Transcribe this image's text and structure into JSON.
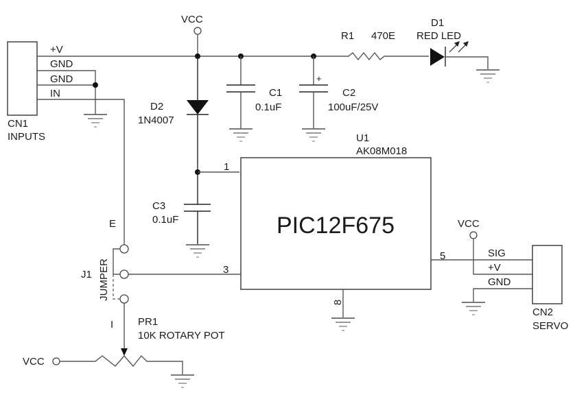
{
  "title": "PIC12F675 Servo Tester Schematic",
  "colors": {
    "wire": "#555555",
    "ink": "#111111",
    "background": "#ffffff"
  },
  "power_labels": {
    "vcc_top": "VCC",
    "vcc_servo": "VCC",
    "vcc_pot": "VCC"
  },
  "cn1": {
    "ref": "CN1",
    "name": "INPUTS",
    "pins": [
      "+V",
      "GND",
      "GND",
      "IN"
    ]
  },
  "d2": {
    "ref": "D2",
    "value": "1N4007"
  },
  "c1": {
    "ref": "C1",
    "value": "0.1uF"
  },
  "c2": {
    "ref": "C2",
    "value": "100uF/25V",
    "polarity": "+"
  },
  "c3": {
    "ref": "C3",
    "value": "0.1uF"
  },
  "r1": {
    "ref": "R1",
    "value": "470E"
  },
  "d1": {
    "ref": "D1",
    "value": "RED LED"
  },
  "u1": {
    "ref": "U1",
    "part_code": "AK08M018",
    "name": "PIC12F675",
    "pins": {
      "p1": "1",
      "p3": "3",
      "p5": "5",
      "p8": "8"
    }
  },
  "j1": {
    "ref": "J1",
    "name": "JUMPER",
    "pos_e": "E",
    "pos_i": "I"
  },
  "pr1": {
    "ref": "PR1",
    "value": "10K ROTARY POT"
  },
  "cn2": {
    "ref": "CN2",
    "name": "SERVO",
    "pins": [
      "SIG",
      "+V",
      "GND"
    ]
  }
}
